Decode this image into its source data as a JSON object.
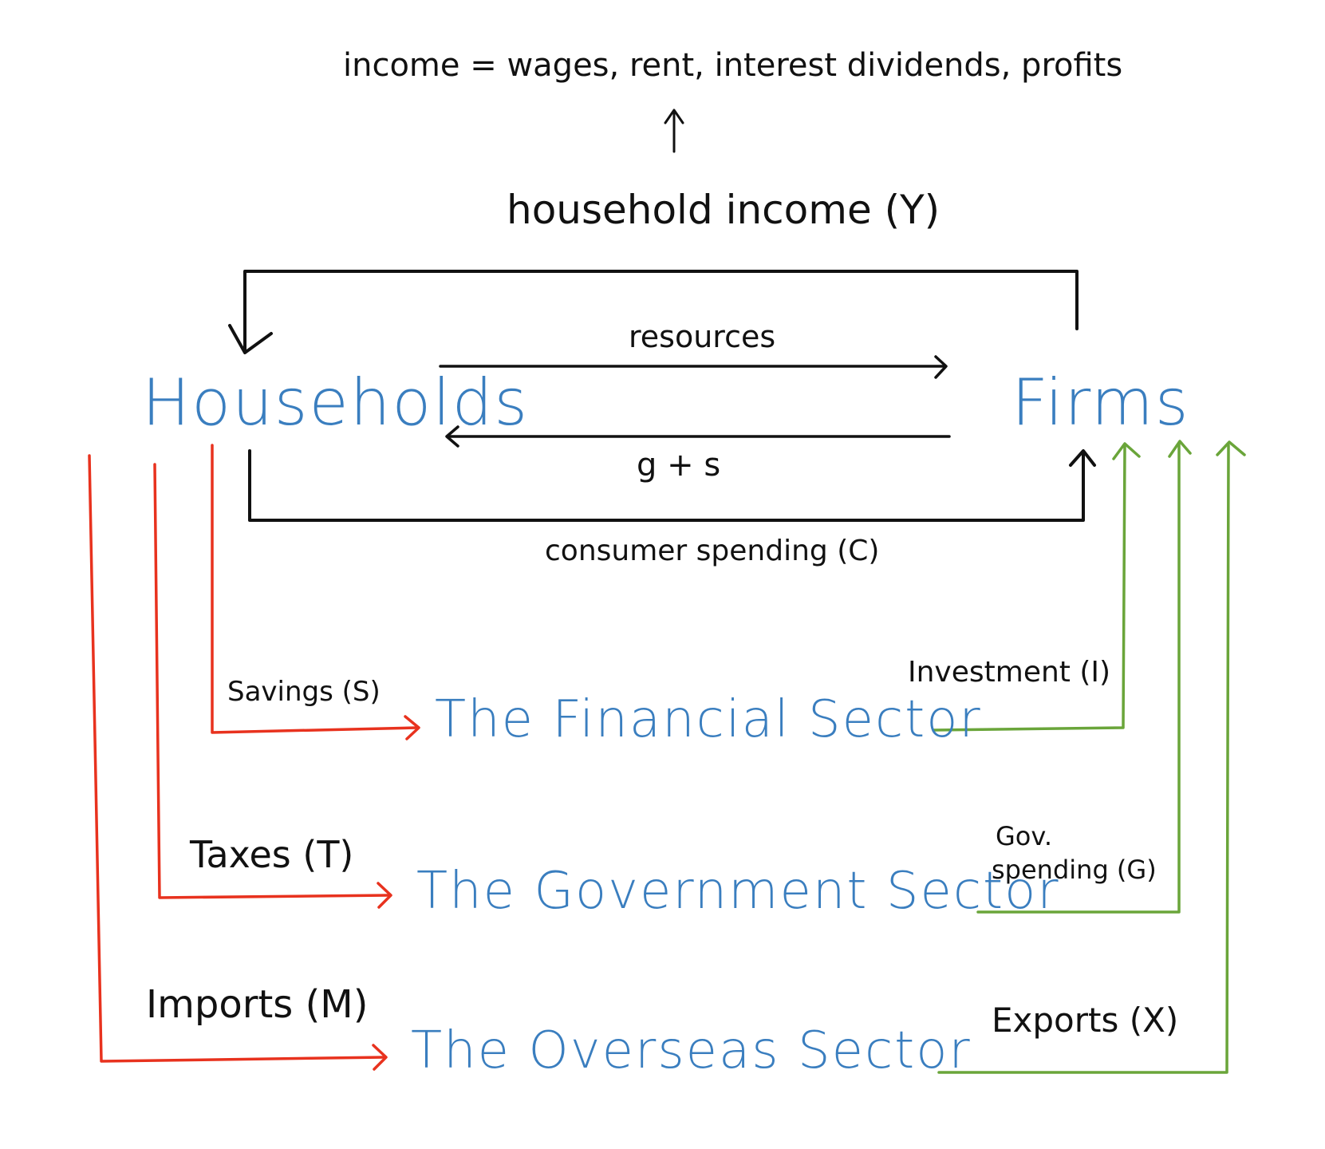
{
  "diagram": {
    "income_definition": "income = wages, rent, interest dividends, profits",
    "household_income": "household income (Y)",
    "resources": "resources",
    "goods_services": "g + s",
    "consumer_spending": "consumer spending (C)",
    "households": "Households",
    "firms": "Firms",
    "savings": "Savings (S)",
    "investment": "Investment (I)",
    "financial_sector": "The Financial Sector",
    "taxes": "Taxes (T)",
    "gov_spending_line1": "Gov.",
    "gov_spending_line2": "spending (G)",
    "government_sector": "The Government Sector",
    "imports": "Imports (M)",
    "exports": "Exports (X)",
    "overseas_sector": "The Overseas Sector"
  },
  "colors": {
    "ink": "#111111",
    "sector_blue": "#3a7ebf",
    "leakage_red": "#e8321e",
    "injection_green": "#6aa53a"
  }
}
